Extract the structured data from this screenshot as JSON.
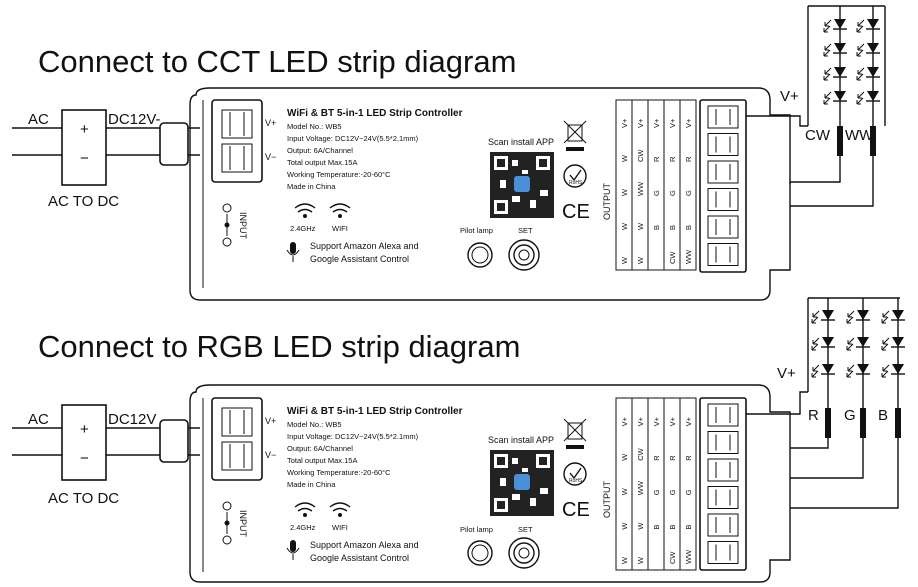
{
  "sections": [
    {
      "title": "Connect to CCT LED strip diagram",
      "input_ac": "AC",
      "output_dc": "DC12V-",
      "psu_label": "AC TO DC",
      "psu_plus": "+",
      "psu_minus": "−",
      "strip_vplus": "V+",
      "channels": [
        "CW",
        "WW"
      ],
      "controller": {
        "name": "WiFi & BT 5-in-1 LED Strip Controller",
        "specs": [
          "Model No.: WB5",
          "Input Voltage: DC12V~24V(5.5*2.1mm)",
          "Output: 6A/Channel",
          "Total output Max.15A",
          "Working Temperature:-20-60°C",
          "Made in China"
        ],
        "terminal_plus": "V+",
        "terminal_minus": "V−",
        "input_label": "INPUT",
        "freq_label": "2.4GHz",
        "wifi_label": "WIFI",
        "voice_line1": "Support Amazon Alexa and",
        "voice_line2": "Google Assistant Control",
        "scan_label": "Scan install APP",
        "rohs": "RoHS",
        "ce": "CE",
        "pilot_label": "Pilot lamp",
        "set_label": "SET",
        "output_label": "OUTPUT",
        "table_cols": [
          [
            "V+",
            "W",
            "W",
            "W",
            "W"
          ],
          [
            "V+",
            "CW",
            "WW",
            "W",
            "W"
          ],
          [
            "V+",
            "R",
            "G",
            "B",
            ""
          ],
          [
            "V+",
            "R",
            "G",
            "B",
            "CW"
          ],
          [
            "V+",
            "R",
            "G",
            "B",
            "WW"
          ]
        ]
      }
    },
    {
      "title": "Connect to RGB LED strip diagram",
      "input_ac": "AC",
      "output_dc": "DC12V",
      "psu_label": "AC TO DC",
      "psu_plus": "+",
      "psu_minus": "−",
      "strip_vplus": "V+",
      "channels": [
        "R",
        "G",
        "B"
      ],
      "controller": {
        "name": "WiFi & BT 5-in-1 LED Strip Controller",
        "specs": [
          "Model No.: WB5",
          "Input Voltage: DC12V~24V(5.5*2.1mm)",
          "Output: 6A/Channel",
          "Total output Max.15A",
          "Working Temperature:-20-60°C",
          "Made in China"
        ],
        "terminal_plus": "V+",
        "terminal_minus": "V−",
        "input_label": "INPUT",
        "freq_label": "2.4GHz",
        "wifi_label": "WIFI",
        "voice_line1": "Support Amazon Alexa and",
        "voice_line2": "Google Assistant Control",
        "scan_label": "Scan install APP",
        "rohs": "RoHS",
        "ce": "CE",
        "pilot_label": "Pilot lamp",
        "set_label": "SET",
        "output_label": "OUTPUT",
        "table_cols": [
          [
            "V+",
            "W",
            "W",
            "W",
            "W"
          ],
          [
            "V+",
            "CW",
            "WW",
            "W",
            "W"
          ],
          [
            "V+",
            "R",
            "G",
            "B",
            ""
          ],
          [
            "V+",
            "R",
            "G",
            "B",
            "CW"
          ],
          [
            "V+",
            "R",
            "G",
            "B",
            "WW"
          ]
        ]
      }
    }
  ]
}
